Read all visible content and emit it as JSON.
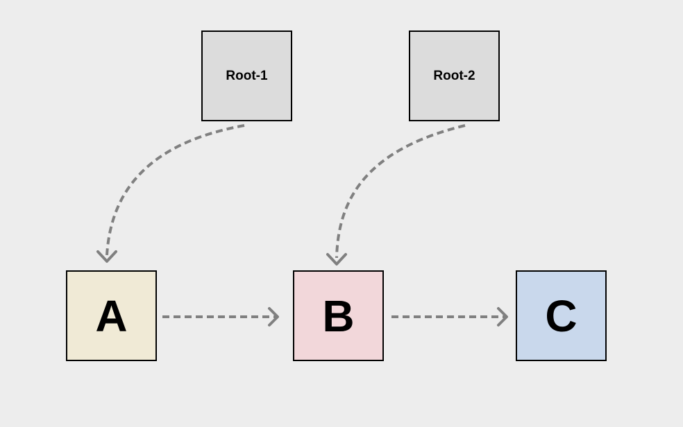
{
  "diagram": {
    "colors": {
      "background": "#ededed",
      "root_fill": "#dcdcdc",
      "a_fill": "#f0ead6",
      "b_fill": "#f2d7da",
      "c_fill": "#c9d8ec",
      "edge": "#808080",
      "border": "#000000"
    },
    "nodes": {
      "root1": {
        "label": "Root-1"
      },
      "root2": {
        "label": "Root-2"
      },
      "a": {
        "label": "A"
      },
      "b": {
        "label": "B"
      },
      "c": {
        "label": "C"
      }
    },
    "edges": [
      {
        "from": "Root-1",
        "to": "A",
        "style": "dashed-curve"
      },
      {
        "from": "Root-2",
        "to": "B",
        "style": "dashed-curve"
      },
      {
        "from": "A",
        "to": "B",
        "style": "dashed"
      },
      {
        "from": "B",
        "to": "C",
        "style": "dashed"
      }
    ]
  }
}
